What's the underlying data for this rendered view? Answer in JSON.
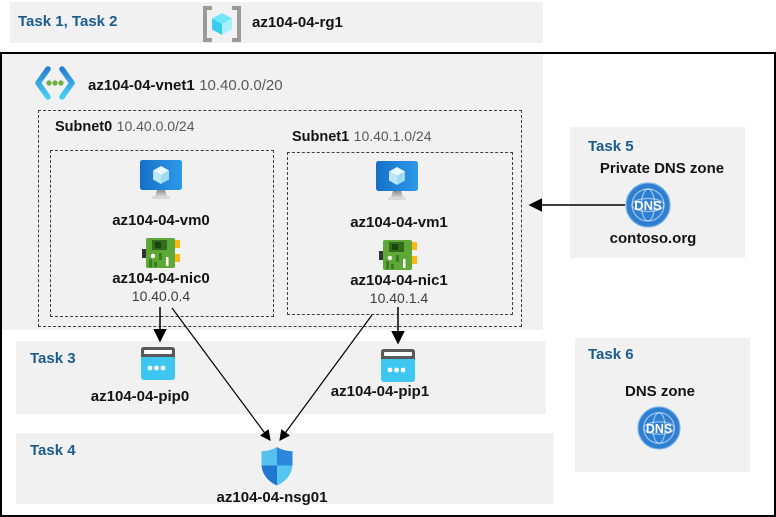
{
  "header": {
    "tasks_label": "Task 1, Task 2",
    "resource_group": "az104-04-rg1"
  },
  "vnet": {
    "name": "az104-04-vnet1",
    "cidr": "10.40.0.0/20"
  },
  "subnets": [
    {
      "name": "Subnet0",
      "cidr": "10.40.0.0/24",
      "vm": "az104-04-vm0",
      "nic": "az104-04-nic0",
      "nic_ip": "10.40.0.4"
    },
    {
      "name": "Subnet1",
      "cidr": "10.40.1.0/24",
      "vm": "az104-04-vm1",
      "nic": "az104-04-nic1",
      "nic_ip": "10.40.1.4"
    }
  ],
  "task3": {
    "label": "Task 3",
    "pips": [
      "az104-04-pip0",
      "az104-04-pip1"
    ]
  },
  "task4": {
    "label": "Task 4",
    "nsg": "az104-04-nsg01"
  },
  "task5": {
    "label": "Task 5",
    "title": "Private DNS zone",
    "zone_name": "contoso.org",
    "icon_text": "DNS"
  },
  "task6": {
    "label": "Task 6",
    "title": "DNS zone",
    "icon_text": "DNS"
  },
  "colors": {
    "task_label_blue": "#1b5c8c",
    "panel_bg": "#f1f1f2",
    "frame_border": "#000000",
    "dashed_border": "#3f3f3f",
    "vm_blue": "#1e85d8",
    "nic_green": "#5da836",
    "nic_yellow": "#fdb813",
    "pip_cyan": "#3dc6f0",
    "nsg_blue_dark": "#2b87dd",
    "nsg_blue_light": "#56c0ef",
    "dns_blue": "#2e7fd2",
    "rg_cube_cyan": "#38cdec",
    "vnet_dot_green": "#6caf3f"
  }
}
